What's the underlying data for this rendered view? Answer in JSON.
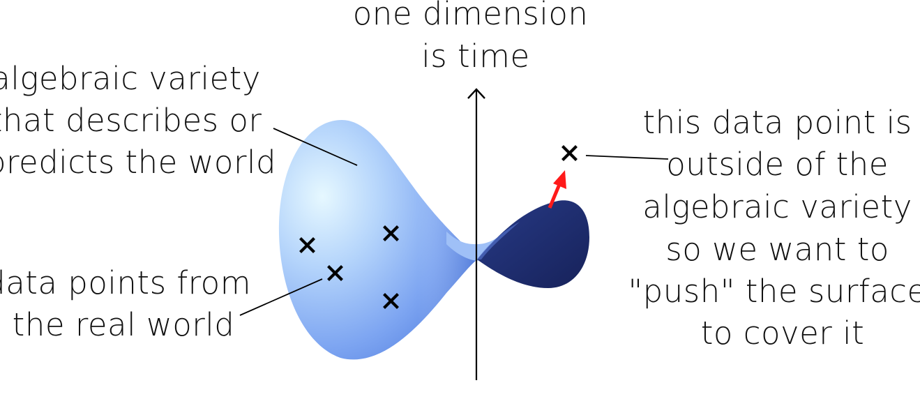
{
  "labels": {
    "axis_top": [
      "one dimension",
      "is time"
    ],
    "variety": [
      "algebraic variety",
      "that describes or",
      "predicts the world"
    ],
    "data_points": [
      "data points from",
      "the real world"
    ],
    "outside_point": [
      "this data point is",
      "outside of the",
      "algebraic variety",
      "so we want to",
      "\"push\" the surface",
      "to cover it"
    ]
  },
  "colors": {
    "surface_light": "#dff4ff",
    "surface_mid": "#8fb8f8",
    "surface_edge": "#5f8ee8",
    "surface_dark": "#1d2d6e",
    "marker": "#000000",
    "push_arrow": "#ff1a1a",
    "axis": "#000000"
  },
  "icons": {
    "data_marker": "x-mark-icon",
    "time_axis": "up-arrow-icon",
    "push_arrow": "red-arrow-icon"
  }
}
